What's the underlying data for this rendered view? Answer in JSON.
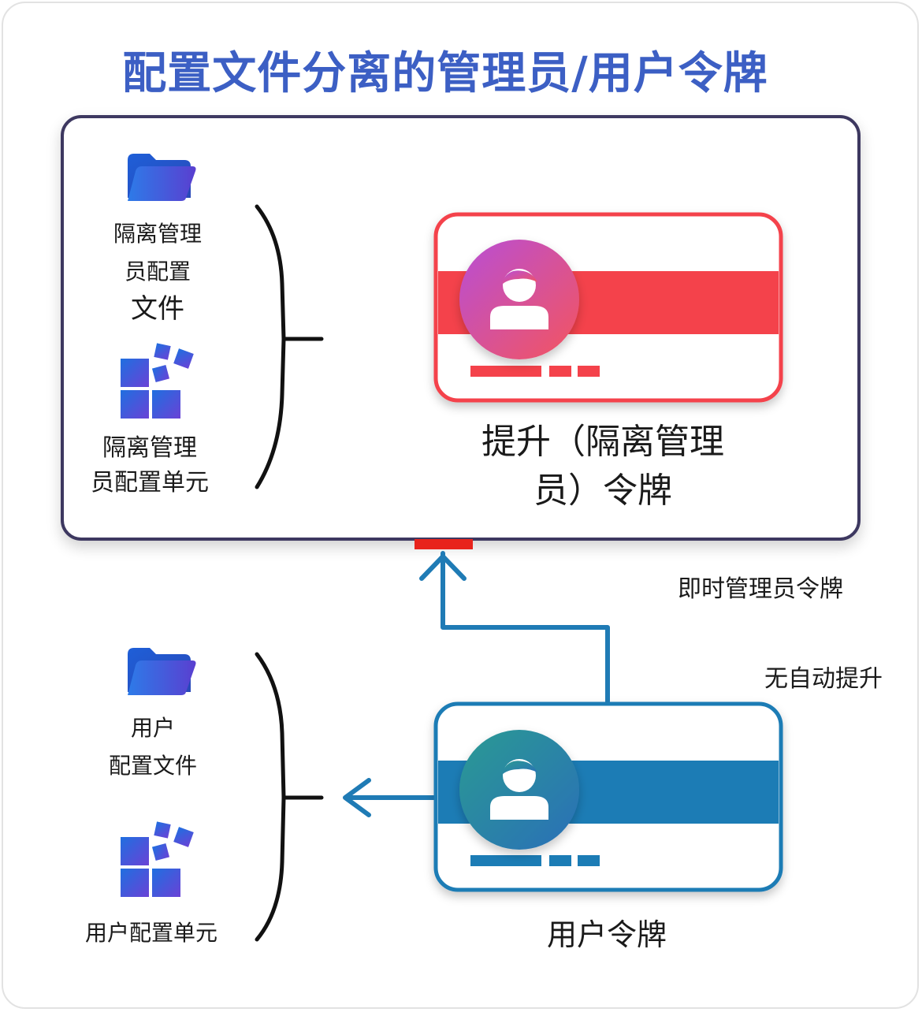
{
  "title": "配置文件分离的管理员/用户令牌",
  "colors": {
    "title": "#3c5fc4",
    "admin_accent": "#f4434b",
    "user_accent": "#1f7bb5",
    "arrow": "#1f7bb5",
    "admin_box_border": "#3d3860"
  },
  "admin_section": {
    "profile_label": [
      "隔离管理",
      "员配置",
      "文件"
    ],
    "profile_icon": "folder-icon",
    "hive_label": [
      "隔离管理",
      "员配置单元"
    ],
    "hive_icon": "registry-hive-icon",
    "token_caption": [
      "提升（隔离管理",
      "员）令牌"
    ],
    "token_icon": "user-avatar-icon"
  },
  "connector": {
    "jit_label": "即时管理员令牌",
    "no_auto_label": "无自动提升"
  },
  "user_section": {
    "profile_label": [
      "用户",
      "配置文件"
    ],
    "profile_icon": "folder-icon",
    "hive_label": "用户配置单元",
    "hive_icon": "registry-hive-icon",
    "token_caption": "用户令牌",
    "token_icon": "user-avatar-icon"
  }
}
